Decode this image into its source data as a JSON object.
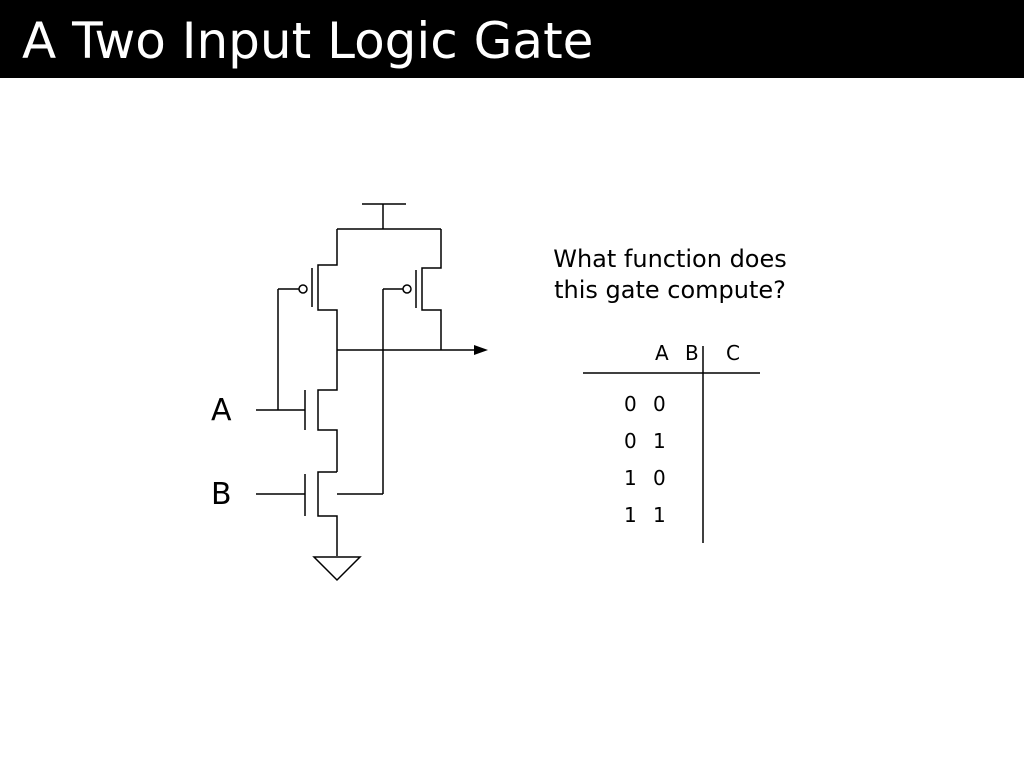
{
  "slide": {
    "title": "A Two Input Logic Gate"
  },
  "circuit": {
    "inputs": [
      "A",
      "B"
    ],
    "icons": [
      "vdd-icon",
      "pmos-transistor-icon",
      "nmos-transistor-icon",
      "ground-icon",
      "output-arrow-icon"
    ]
  },
  "question": {
    "line1": "What function does",
    "line2": "this gate compute?"
  },
  "truth_table": {
    "headers": [
      "A",
      "B",
      "C"
    ],
    "rows": [
      [
        "0",
        "0",
        ""
      ],
      [
        "0",
        "1",
        ""
      ],
      [
        "1",
        "0",
        ""
      ],
      [
        "1",
        "1",
        ""
      ]
    ]
  }
}
